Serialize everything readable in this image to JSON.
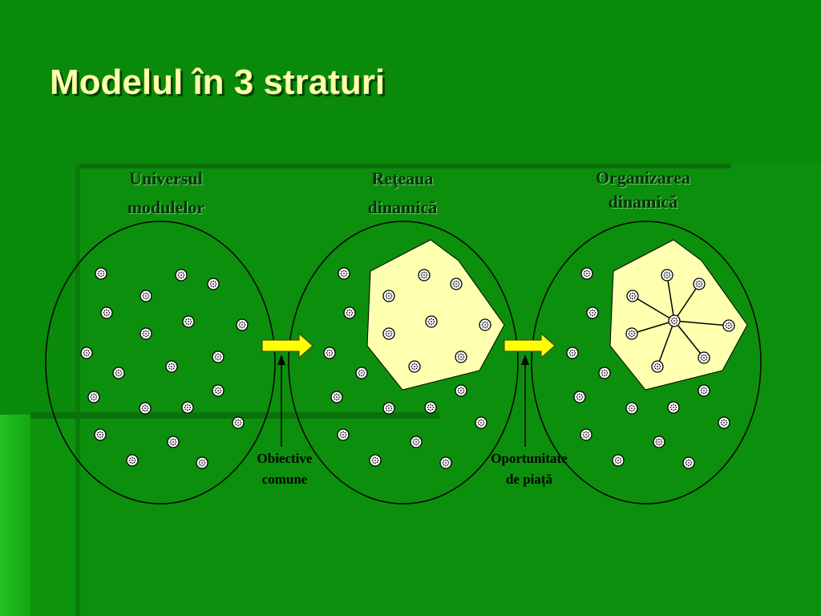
{
  "title": "Modelul în 3 straturi",
  "stages": [
    {
      "line1": "Universul",
      "line2": "modulelor"
    },
    {
      "line1": "Reţeaua",
      "line2": "dinamică"
    },
    {
      "line1": "Organizarea",
      "line2": "dinamică"
    }
  ],
  "transitions": [
    {
      "line1": "Obiective",
      "line2": "comune"
    },
    {
      "line1": "Oportunitate",
      "line2": "de piață"
    }
  ],
  "colors": {
    "background": "#0a8a0a",
    "title": "#ffffa8",
    "polygon_fill": "#ffffb0",
    "arrow_fill": "#ffff00"
  }
}
